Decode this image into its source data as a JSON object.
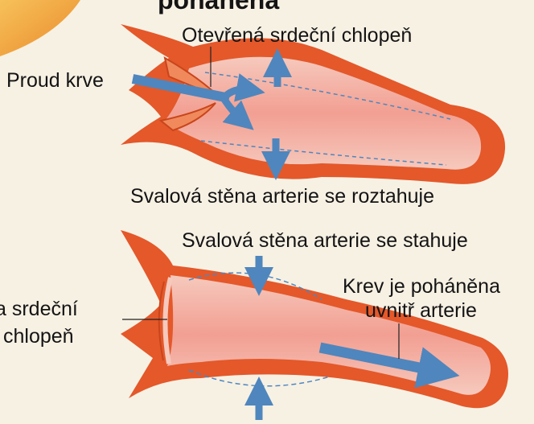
{
  "title": "poháněna",
  "colors": {
    "artery_outer": "#e4582a",
    "artery_inner": "#f4b3a7",
    "arrow": "#4f86bd",
    "corner": "#f2a43a"
  },
  "labels": {
    "open_valve": "Otevřená srdeční chlopeň",
    "blood_flow": "Proud krve",
    "wall_expands": "Svalová stěna arterie se roztahuje",
    "wall_contracts": "Svalová stěna arterie se stahuje",
    "blood_pushed": [
      "Krev je poháněna",
      "uvnitř arterie"
    ],
    "closed_valve": [
      "a srdeční",
      "chlopeň"
    ]
  }
}
